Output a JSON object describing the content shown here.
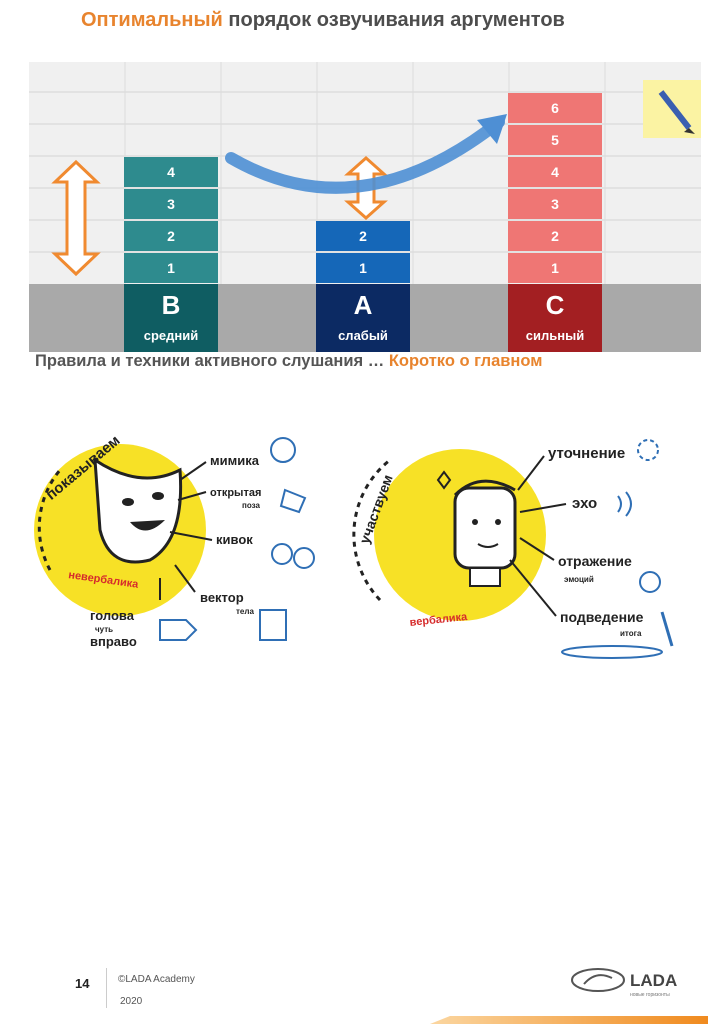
{
  "title": {
    "accent": "Оптимальный",
    "rest": " порядок озвучивания аргументов"
  },
  "chart_data": {
    "type": "bar",
    "columns": [
      {
        "letter": "B",
        "label": "средний",
        "values": [
          "1",
          "2",
          "3",
          "4"
        ],
        "cell_color": "#2e8b8e",
        "base_color": "#0f5d62"
      },
      {
        "letter": "A",
        "label": "слабый",
        "values": [
          "1",
          "2"
        ],
        "cell_color": "#1567b8",
        "base_color": "#0c2a63"
      },
      {
        "letter": "C",
        "label": "сильный",
        "values": [
          "1",
          "2",
          "3",
          "4",
          "5",
          "6"
        ],
        "cell_color": "#ef7674",
        "base_color": "#a31f22"
      }
    ]
  },
  "subtitle": {
    "main": "Правила и техники активного слушания … ",
    "accent": "Коротко о главном"
  },
  "left_sketch": {
    "title": "показываем",
    "items": [
      "мимика",
      "открытая",
      "поза",
      "кивок",
      "вектор",
      "тела",
      "голова",
      "чуть",
      "вправо"
    ],
    "bottom": "невербалика"
  },
  "right_sketch": {
    "title": "участвуем",
    "items": [
      "уточнение",
      "эхо",
      "отражение",
      "эмоций",
      "подведение",
      "итога"
    ],
    "bottom": "вербалика"
  },
  "footer": {
    "page": "14",
    "copyright": "©LADA Academy",
    "year": "2020",
    "logo": "LADA",
    "logo_tagline": "новые горизонты"
  },
  "colors": {
    "accent": "#e8842e",
    "yellow": "#f7e126",
    "blue": "#2f6fb5"
  }
}
